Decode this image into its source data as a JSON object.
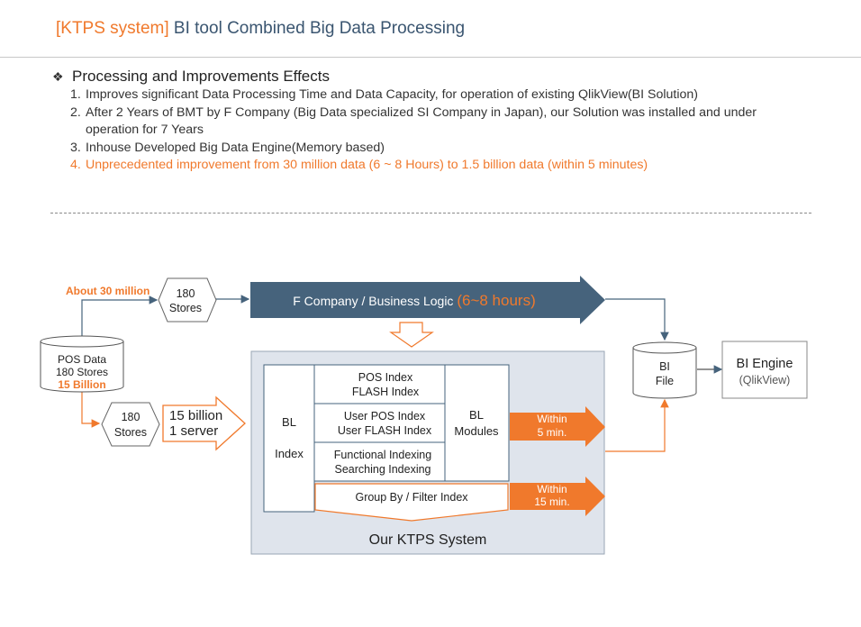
{
  "header": {
    "title_bracket": "[KTPS system]",
    "title_rest": "BI tool Combined  Big Data Processing"
  },
  "section": {
    "bullet_icon": "diamond-bullet-icon",
    "heading": "Processing and Improvements Effects",
    "points": [
      {
        "num": "1.",
        "text": "Improves significant Data Processing Time and Data Capacity, for operation of existing QlikView(BI Solution)"
      },
      {
        "num": "2.",
        "text": "After 2 Years of BMT by F Company (Big Data specialized SI Company in Japan), our Solution was installed and under operation for 7 Years"
      },
      {
        "num": "3.",
        "text": "Inhouse  Developed Big Data Engine(Memory based)"
      },
      {
        "num": "4.",
        "text": "Unprecedented improvement from 30 million data (6 ~ 8 Hours) to 1.5 billion data (within 5 minutes)"
      }
    ]
  },
  "diagram": {
    "about_label": "About 30 million",
    "pos_data": {
      "line1": "POS Data",
      "line2": "180 Stores",
      "line3": "15 Billion"
    },
    "stores_top": {
      "line1": "180",
      "line2": "Stores"
    },
    "stores_bottom": {
      "line1": "180",
      "line2": "Stores"
    },
    "f_company": {
      "label": "F Company / Business Logic ",
      "hours": "(6~8 hours)"
    },
    "billion_arrow": {
      "line1": "15 billion",
      "line2": "1 server"
    },
    "bl_index": {
      "line1": "BL",
      "line2": "Index"
    },
    "pos_index": {
      "line1": "POS Index",
      "line2": "FLASH Index"
    },
    "user_index": {
      "line1": "User POS Index",
      "line2": "User FLASH Index"
    },
    "functional": {
      "line1": "Functional Indexing",
      "line2": "Searching Indexing"
    },
    "bl_modules": {
      "line1": "BL",
      "line2": "Modules"
    },
    "group_by": "Group By / Filter Index",
    "within_5": {
      "line1": "Within",
      "line2": "5 min."
    },
    "within_15": {
      "line1": "Within",
      "line2": "15 min."
    },
    "system_label": "Our KTPS System",
    "bi_file": {
      "line1": "BI",
      "line2": "File"
    },
    "bi_engine": {
      "line1": "BI Engine",
      "line2": "(QlikView)"
    },
    "colors": {
      "orange": "#f0792c",
      "slate": "#46637c",
      "panel": "#dfe4ec"
    }
  }
}
